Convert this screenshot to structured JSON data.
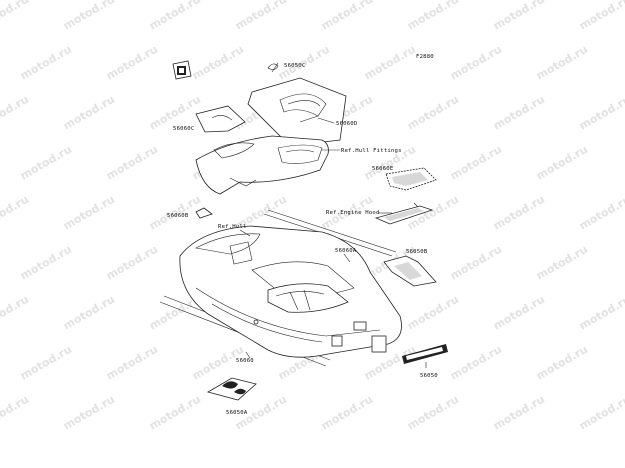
{
  "diagram": {
    "code": "F2880",
    "watermark": "motod.ru",
    "labels": {
      "p56050C": "56050C",
      "p56060D": "56060D",
      "p56060C": "56060C",
      "ref_hull_fittings": "Ref.Hull Fittings",
      "p56060E": "56060E",
      "ref_engine_hood": "Ref.Engine Hood",
      "p56060B": "56060B",
      "ref_hull": "Ref.Hull",
      "p56060A": "56060A",
      "p56050B": "56050B",
      "p56060": "56060",
      "p56050": "56050",
      "p56050A": "56050A"
    }
  }
}
